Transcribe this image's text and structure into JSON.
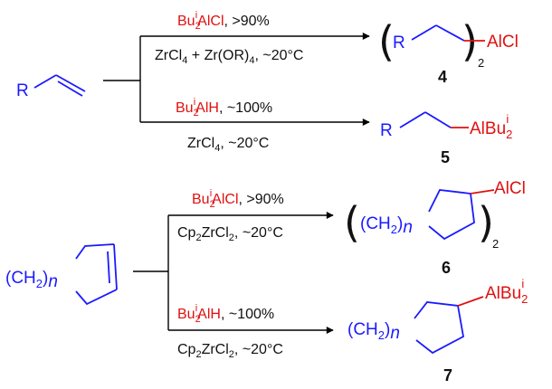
{
  "colors": {
    "reagent": "#e01010",
    "structure": "#1a1aff",
    "text": "#111111",
    "line": "#000000"
  },
  "top": {
    "substrate": {
      "r": "R"
    },
    "reaction4": {
      "reagent": {
        "base": "Bu",
        "sub": "2",
        "sup": "i",
        "rest": "AlCl",
        "yield": ", >90%"
      },
      "conditions": {
        "p1": "ZrCl",
        "s1": "4",
        "p2": " + Zr(OR)",
        "s2": "4",
        "p3": ", ~20°C"
      },
      "product": {
        "r": "R",
        "metal": "AlCl",
        "paren_open": "(",
        "paren_close": ")",
        "count": "2"
      },
      "number": "4"
    },
    "reaction5": {
      "reagent": {
        "base": "Bu",
        "sub": "2",
        "sup": "i",
        "rest": "AlH",
        "yield": ", ~100%"
      },
      "conditions": {
        "p1": "ZrCl",
        "s1": "4",
        "p2": ", ~20°C"
      },
      "product": {
        "r": "R",
        "metal": "AlBu",
        "sub": "2",
        "sup": "i"
      },
      "number": "5"
    }
  },
  "bottom": {
    "substrate": {
      "ch": "(CH",
      "ch_sub": "2",
      "ch_close": ")",
      "n": "n"
    },
    "reaction6": {
      "reagent": {
        "base": "Bu",
        "sub": "2",
        "sup": "i",
        "rest": "AlCl",
        "yield": ", >90%"
      },
      "conditions": {
        "p1": "Cp",
        "s1": "2",
        "p2": "ZrCl",
        "s2": "2",
        "p3": ", ~20°C"
      },
      "product": {
        "ch": "(CH",
        "ch_sub": "2",
        "ch_close": ")",
        "n": "n",
        "metal": "AlCl",
        "paren_open": "(",
        "paren_close": ")",
        "count": "2"
      },
      "number": "6"
    },
    "reaction7": {
      "reagent": {
        "base": "Bu",
        "sub": "2",
        "sup": "i",
        "rest": "AlH",
        "yield": ", ~100%"
      },
      "conditions": {
        "p1": "Cp",
        "s1": "2",
        "p2": "ZrCl",
        "s2": "2",
        "p3": ", ~20°C"
      },
      "product": {
        "ch": "(CH",
        "ch_sub": "2",
        "ch_close": ")",
        "n": "n",
        "metal": "AlBu",
        "sub": "2",
        "sup": "i"
      },
      "number": "7"
    }
  }
}
